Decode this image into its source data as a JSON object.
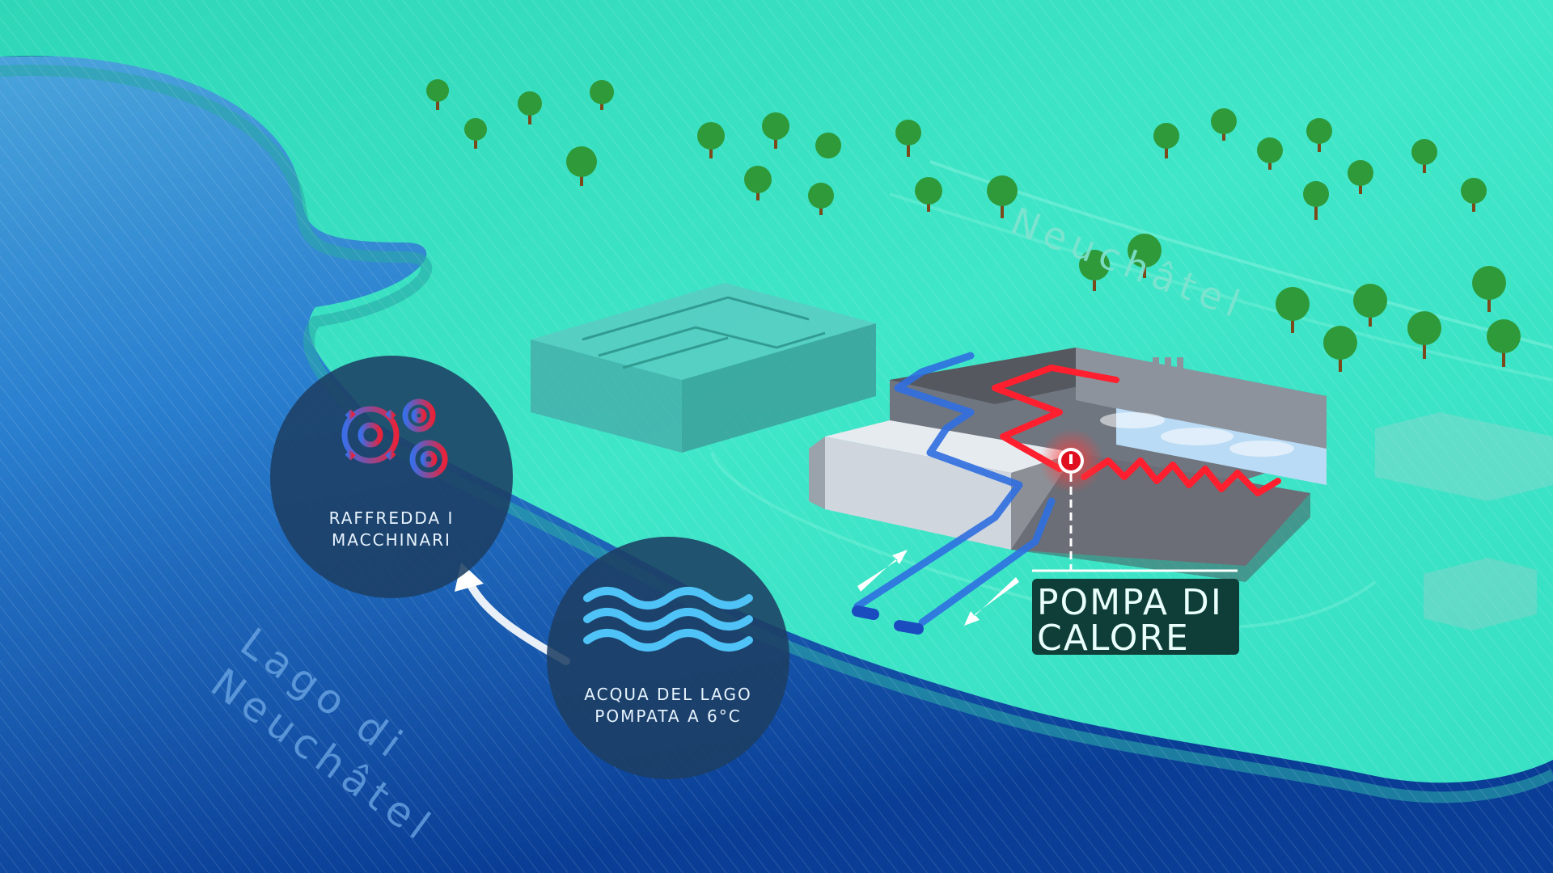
{
  "labels": {
    "lake_name": "Lago di\nNeuchâtel",
    "town_name": "Neuchâtel"
  },
  "circles": {
    "machines": {
      "text": "RAFFREDDA I\nMACCHINARI",
      "icon": "gears-icon"
    },
    "water": {
      "text": "ACQUA DEL LAGO\nPOMPATA A 6°C",
      "icon": "waves-icon"
    }
  },
  "callout": {
    "text": "POMPA DI\nCALORE"
  },
  "colors": {
    "land": "#3fe6c8",
    "water_light": "#3a9ad8",
    "water_dark": "#0a3e96",
    "circle": "#1c3f63",
    "cold_pipe": "#2f6fe0",
    "hot_pipe": "#ff1f2f",
    "tree": "#2f9a3a"
  }
}
